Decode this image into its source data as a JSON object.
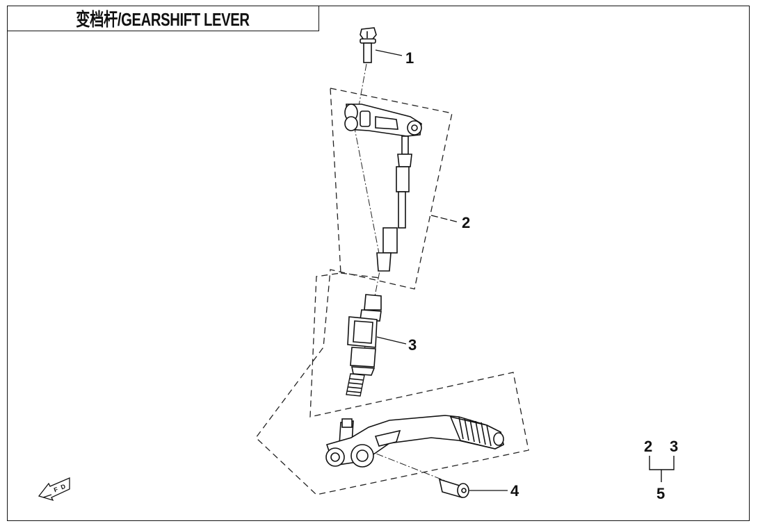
{
  "title": "变档杆/GEARSHIFT LEVER",
  "callouts": [
    "1",
    "2",
    "3",
    "4"
  ],
  "kit_legend": {
    "items": [
      "2",
      "3"
    ],
    "result": "5"
  },
  "fwd_icon": "fwd-arrow-icon"
}
